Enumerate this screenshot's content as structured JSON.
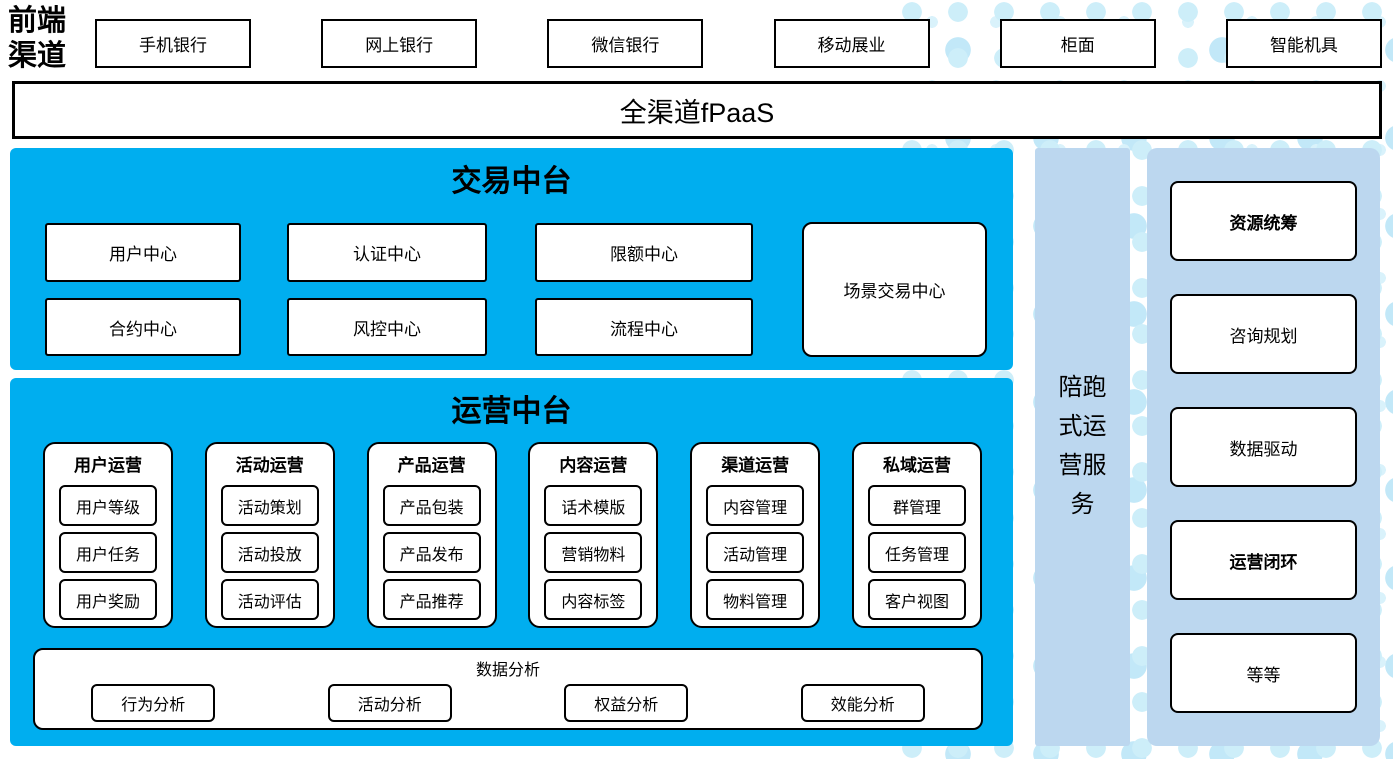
{
  "colors": {
    "primary_blue": "#00AEEF",
    "light_blue": "#BCD7EF",
    "dot_blue": "#CDEEF9",
    "box_border": "#000000"
  },
  "front_channels": {
    "label": "前端渠道",
    "items": [
      "手机银行",
      "网上银行",
      "微信银行",
      "移动展业",
      "柜面",
      "智能机具"
    ]
  },
  "fpaas_bar": {
    "label": "全渠道fPaaS"
  },
  "trade_platform": {
    "title": "交易中台",
    "row1": [
      "用户中心",
      "认证中心",
      "限额中心"
    ],
    "row2": [
      "合约中心",
      "风控中心",
      "流程中心"
    ],
    "tall_box": "场景交易中心"
  },
  "operation_platform": {
    "title": "运营中台",
    "groups": [
      {
        "title": "用户运营",
        "items": [
          "用户等级",
          "用户任务",
          "用户奖励"
        ]
      },
      {
        "title": "活动运营",
        "items": [
          "活动策划",
          "活动投放",
          "活动评估"
        ]
      },
      {
        "title": "产品运营",
        "items": [
          "产品包装",
          "产品发布",
          "产品推荐"
        ]
      },
      {
        "title": "内容运营",
        "items": [
          "话术模版",
          "营销物料",
          "内容标签"
        ]
      },
      {
        "title": "渠道运营",
        "items": [
          "内容管理",
          "活动管理",
          "物料管理"
        ]
      },
      {
        "title": "私域运营",
        "items": [
          "群管理",
          "任务管理",
          "客户视图"
        ]
      }
    ],
    "data_analysis": {
      "title": "数据分析",
      "items": [
        "行为分析",
        "活动分析",
        "权益分析",
        "效能分析"
      ]
    }
  },
  "side_bar": {
    "label": "陪跑式运营服务"
  },
  "right_panel": {
    "items": [
      {
        "label": "资源统筹",
        "bold": true
      },
      {
        "label": "咨询规划",
        "bold": false
      },
      {
        "label": "数据驱动",
        "bold": false
      },
      {
        "label": "运营闭环",
        "bold": true
      },
      {
        "label": "等等",
        "bold": false
      }
    ]
  }
}
